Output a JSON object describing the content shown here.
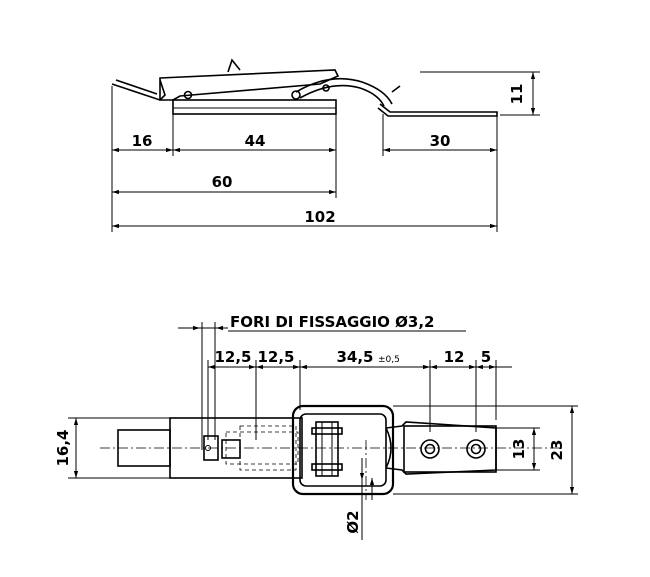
{
  "top_view": {
    "dim_16": "16",
    "dim_44": "44",
    "dim_30": "30",
    "dim_60": "60",
    "dim_102": "102",
    "dim_11": "11"
  },
  "bottom_view": {
    "title": "FORI DI FISSAGGIO Ø3,2",
    "dim_12_5_a": "12,5",
    "dim_12_5_b": "12,5",
    "dim_34_5": "34,5",
    "dim_34_5_tol": "±0,5",
    "dim_12": "12",
    "dim_5": "5",
    "dim_16_4": "16,4",
    "dim_13": "13",
    "dim_23": "23",
    "dim_d2": "Ø2"
  }
}
